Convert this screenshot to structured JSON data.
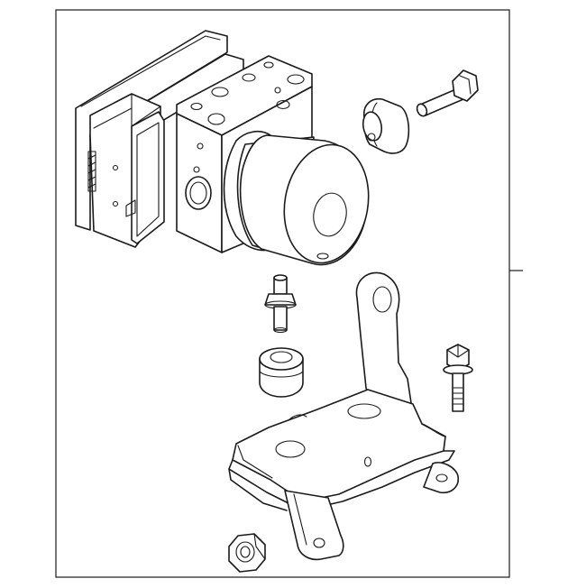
{
  "diagram": {
    "parts": [
      {
        "name": "abs-modulator-assembly"
      },
      {
        "name": "rubber-grommet"
      },
      {
        "name": "mounting-bolt"
      },
      {
        "name": "mounting-stud"
      },
      {
        "name": "rubber-mount"
      },
      {
        "name": "mounting-bracket"
      },
      {
        "name": "bracket-bolt"
      },
      {
        "name": "hex-nut"
      }
    ],
    "colors": {
      "line": "#1a1a1a",
      "background": "#ffffff"
    }
  }
}
